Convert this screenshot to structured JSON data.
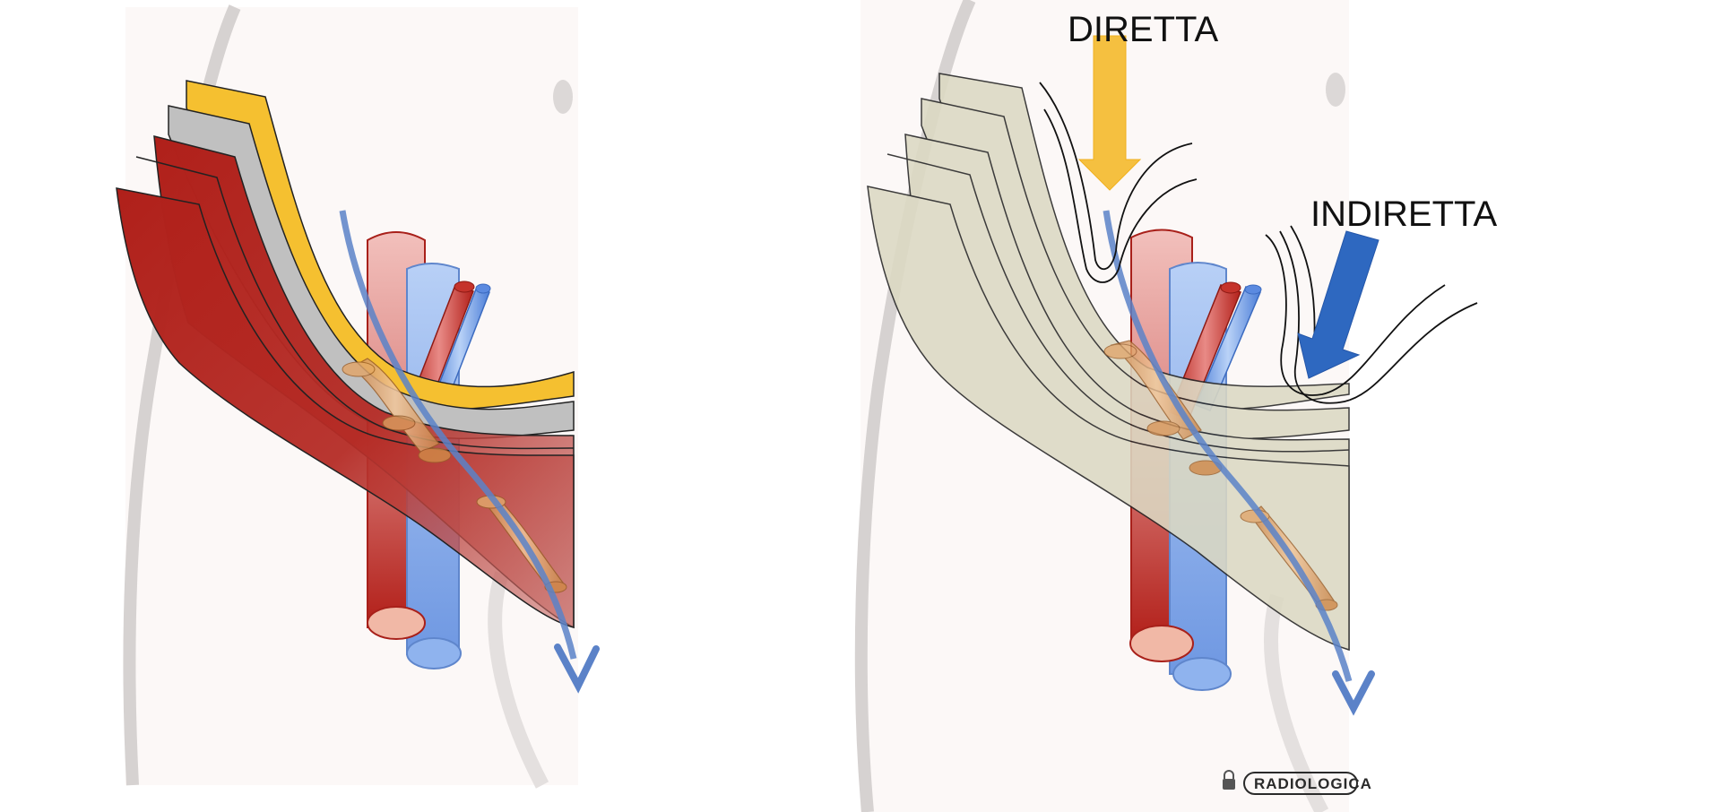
{
  "labels": {
    "direct": "DIRETTA",
    "indirect": "INDIRETTA"
  },
  "watermark": {
    "text": "RADIOLOGICA",
    "icon": "lock-icon"
  },
  "colors": {
    "skin": "#fcf8f7",
    "body_outline": "#d4d0cf",
    "muscle_red": "#b0201a",
    "muscle_red_light": "#d98c88",
    "aponeurosis_yellow": "#f5c030",
    "fascia_grey": "#c0c0c0",
    "layer_beige": "#dcd9c3",
    "artery_red": "#b8221c",
    "vein_blue": "#7aa2e8",
    "spermatic_cord": "#d99a5c",
    "path_arrow": "#5b82c8",
    "direct_arrow": "#f5c040",
    "indirect_arrow": "#2e68c0"
  }
}
